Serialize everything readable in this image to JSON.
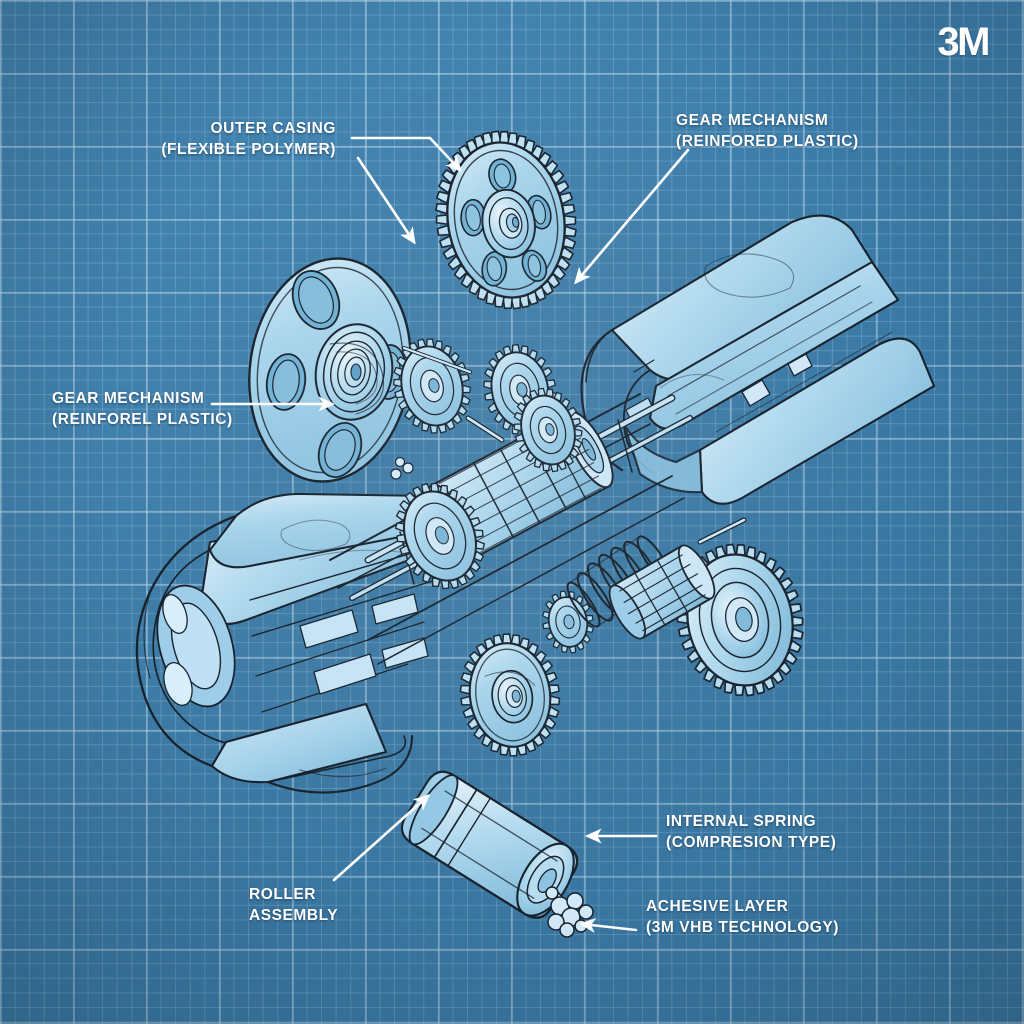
{
  "document": {
    "type": "blueprint-exploded-assembly-diagram",
    "brand": "3M",
    "background_color": "#3d7fad",
    "grid_line_color": "#aacde2",
    "part_fill_color": "#a8d4ea",
    "part_outline_color": "#17222d",
    "label_color": "#ffffff"
  },
  "callouts": [
    {
      "name": "outer-casing",
      "line1": "OUTER CASING",
      "line2": "(FLEXIBLE POLYMER)",
      "align": "right"
    },
    {
      "name": "gear-mechanism-top",
      "line1": "GEAR MECHANISM",
      "line2": "(REINFORED PLASTIC)",
      "align": "left"
    },
    {
      "name": "gear-mechanism-left",
      "line1": "GEAR MECHANISM",
      "line2": "(REINFOREL PLASTIC)",
      "align": "left"
    },
    {
      "name": "internal-spring",
      "line1": "INTERNAL SPRING",
      "line2": "(COMPRESION TYPE)",
      "align": "left"
    },
    {
      "name": "adhesive-layer",
      "line1": "ACHESIVE LAYER",
      "line2": "(3M VHB TECHNOLOGY)",
      "align": "left"
    },
    {
      "name": "roller-assembly",
      "line1": "ROLLER",
      "line2": "ASSEMBLY",
      "align": "left"
    }
  ],
  "parts": [
    {
      "name": "outer-casing-upper-right-shell",
      "kind": "split cylindrical shell"
    },
    {
      "name": "outer-casing-lower-left-shell",
      "kind": "split cylindrical shell"
    },
    {
      "name": "large-spoked-disc",
      "kind": "pulley disc with oval cutouts"
    },
    {
      "name": "large-spur-gear-top",
      "kind": "toothed gear wheel"
    },
    {
      "name": "small-spur-gear-bottom",
      "kind": "toothed gear wheel"
    },
    {
      "name": "gear-cluster-center",
      "kind": "compound gear train"
    },
    {
      "name": "drive-shaft",
      "kind": "central axle shaft"
    },
    {
      "name": "internal-spring",
      "kind": "compression coil spring"
    },
    {
      "name": "roller-assembly",
      "kind": "cylindrical roller with end cap"
    },
    {
      "name": "adhesive-ball-cluster",
      "kind": "adhesive bead cluster"
    },
    {
      "name": "right-gear-hub",
      "kind": "splined gear hub"
    }
  ]
}
